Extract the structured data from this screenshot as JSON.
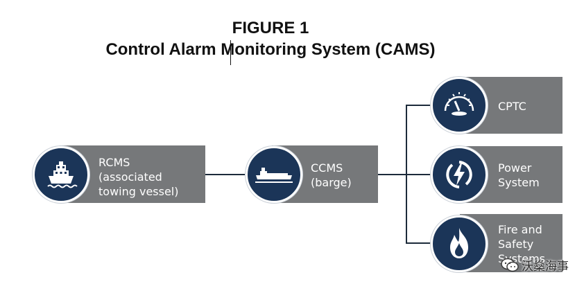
{
  "figure": {
    "label": "FIGURE 1",
    "title": "Control Alarm Monitoring System (CAMS)"
  },
  "nodes": {
    "rcms": {
      "line1": "RCMS",
      "line2": "(associated",
      "line3": "towing vessel)",
      "icon": "ship-icon"
    },
    "ccms": {
      "line1": "CCMS",
      "line2": "(barge)",
      "icon": "barge-icon"
    },
    "cptc": {
      "line1": "CPTC",
      "icon": "gauge-icon"
    },
    "power": {
      "line1": "Power",
      "line2": "System",
      "icon": "lightning-icon"
    },
    "fire": {
      "line1": "Fire and",
      "line2": "Safety",
      "line3": "Systems",
      "icon": "flame-icon"
    }
  },
  "colors": {
    "box": "#76787a",
    "circle": "#1b3558",
    "line": "#1c2a3a"
  },
  "watermark": {
    "text": "沃燊海事"
  }
}
